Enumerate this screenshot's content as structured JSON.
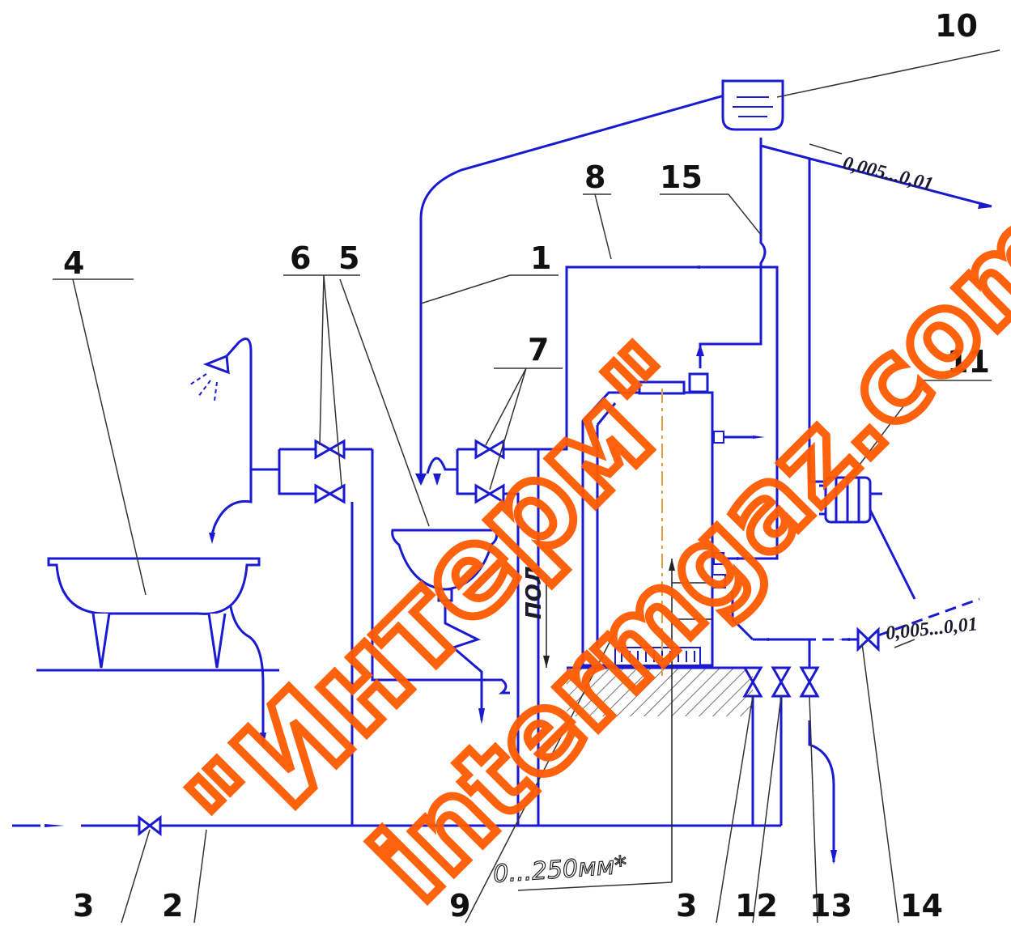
{
  "diagram": {
    "callouts": [
      "10",
      "8",
      "15",
      "1",
      "6",
      "5",
      "4",
      "7",
      "11",
      "3",
      "2",
      "9",
      "3",
      "12",
      "13",
      "14"
    ],
    "slope_top": "0,005...0,01",
    "slope_right": "0,005...0,01",
    "floor_word": "ПОЛ",
    "dimension": "0...250мм*"
  },
  "watermark": {
    "line1": "\"Интерм\"",
    "line2": "intermgaz.com"
  },
  "colors": {
    "pipe": "#1a1ad0",
    "leader": "#333333",
    "watermark": "#ff5a00"
  }
}
